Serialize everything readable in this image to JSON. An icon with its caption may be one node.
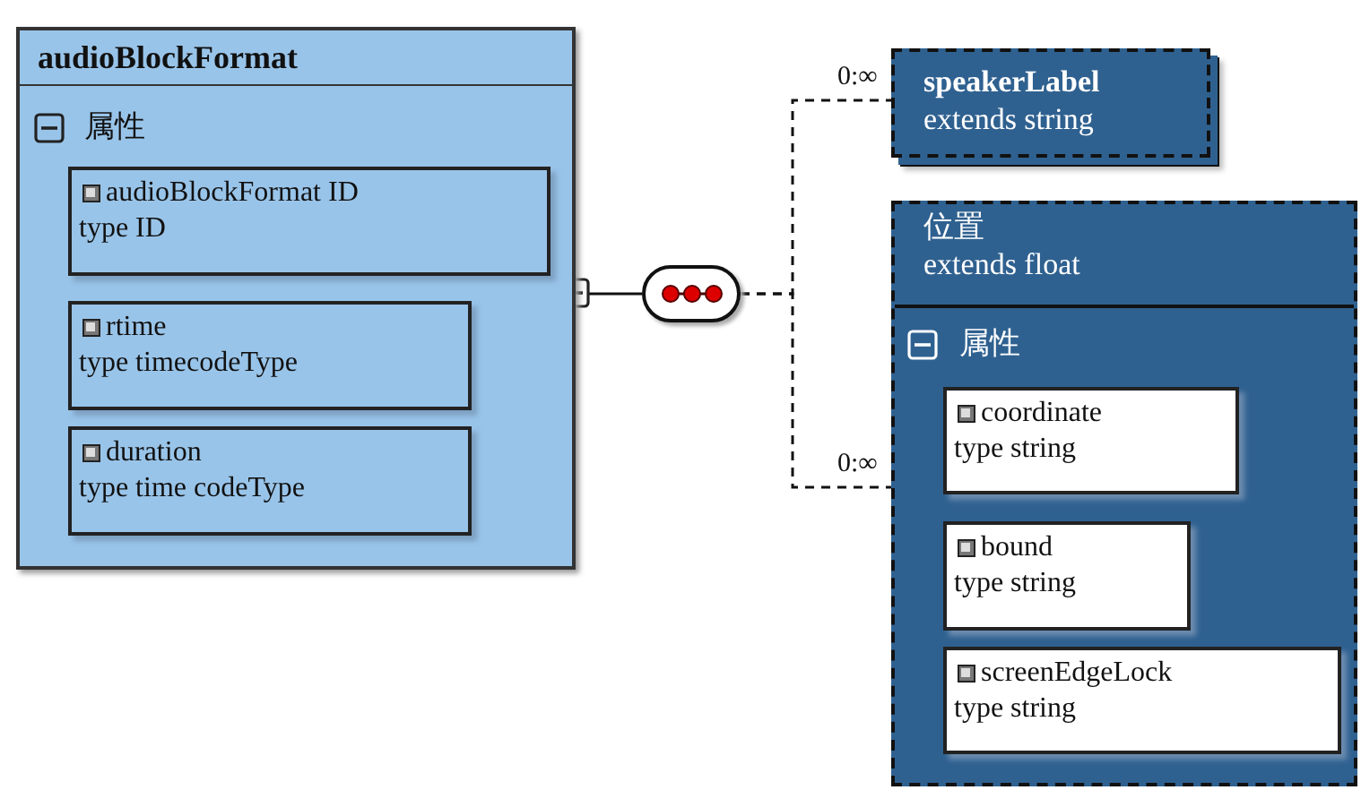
{
  "diagram": {
    "nodes": [
      {
        "text": [
          "audioBlockFormat",
          "属性"
        ]
      },
      {
        "text": [
          "audioBlockFormat ID",
          "type ID"
        ],
        "in": 0
      },
      {
        "text": [
          "rtime",
          "type timecodeType"
        ],
        "in": 0
      },
      {
        "text": [
          "duration",
          "type time codeType"
        ],
        "in": 0
      },
      {
        "text": [],
        "shape": "box"
      },
      {
        "text": [
          "speakerLabel",
          "extends string"
        ]
      },
      {
        "text": [
          "位置",
          "extends float",
          "属性"
        ]
      },
      {
        "text": [
          "coordinate",
          "type string"
        ],
        "in": 6
      },
      {
        "text": [
          "bound",
          "type string"
        ],
        "in": 6
      },
      {
        "text": [
          "screenEdgeLock",
          "type string"
        ],
        "in": 6
      }
    ],
    "edges": [
      {
        "from": 0,
        "to": 4,
        "arrow": "other"
      },
      {
        "from": 4,
        "to": 5,
        "arrow": "none",
        "label": "0:∞",
        "style": "dashed"
      },
      {
        "from": 4,
        "to": 6,
        "arrow": "none",
        "label": "0:∞",
        "style": "dashed"
      }
    ]
  }
}
